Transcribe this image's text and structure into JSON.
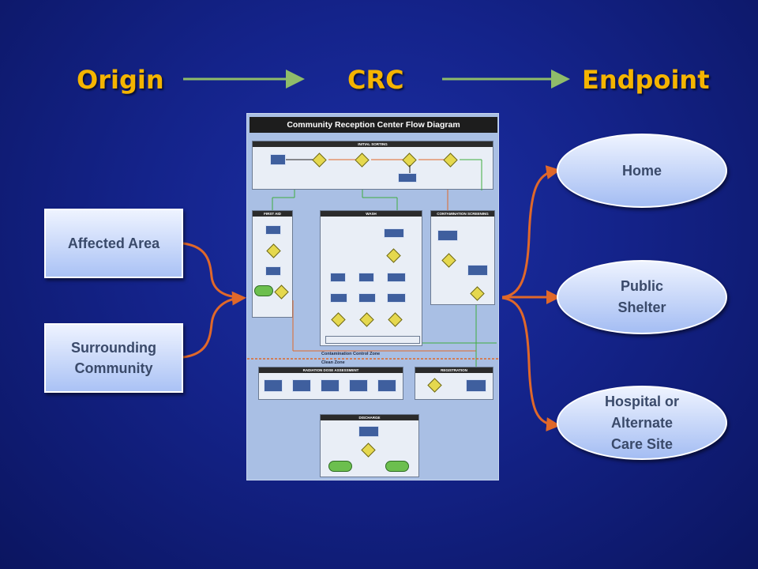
{
  "headers": {
    "origin": "Origin",
    "crc": "CRC",
    "endpoint": "Endpoint"
  },
  "origins": [
    {
      "label": "Affected Area"
    },
    {
      "label": "Surrounding\nCommunity"
    }
  ],
  "endpoints": [
    {
      "label": "Home"
    },
    {
      "label": "Public\nShelter"
    },
    {
      "label": "Hospital or\nAlternate\nCare Site"
    }
  ],
  "flow_diagram": {
    "title": "Community Reception Center Flow Diagram",
    "sections": {
      "initial_sorting": "INITIAL SORTING",
      "first_aid": "FIRST AID",
      "wash": "WASH",
      "contamination_screening": "CONTAMINATION SCREENING",
      "radiation_dose_assessment": "RADIATION DOSE ASSESSMENT",
      "registration": "REGISTRATION",
      "discharge": "DISCHARGE"
    },
    "zone_labels": {
      "contamination_control": "Contamination Control Zone",
      "clean": "Clean Zone"
    }
  },
  "colors": {
    "header_text": "#f4b400",
    "arrow_green": "#8fbc6a",
    "connector_orange": "#e0682a",
    "box_text": "#3a4a6a"
  }
}
